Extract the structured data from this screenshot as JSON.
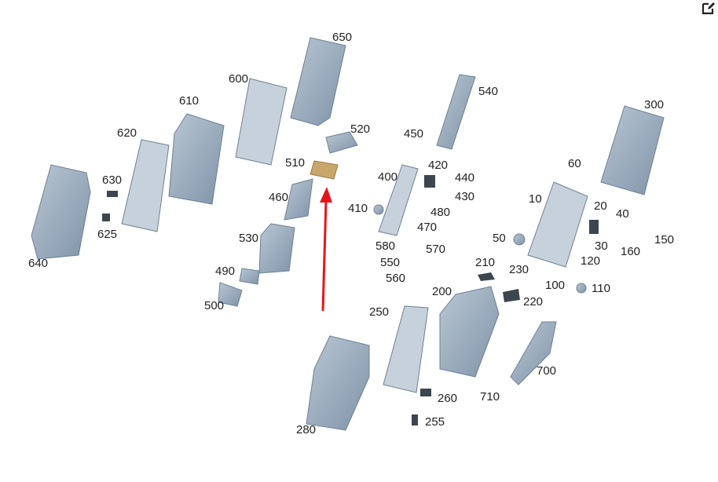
{
  "edit_icon": "edit-icon",
  "colors": {
    "part": "#97a9bb",
    "part_dark": "#6e8194",
    "highlight": "#c9a66b",
    "arrow": "#e8141b",
    "dark_part": "#3c4650"
  },
  "highlighted_part": "510",
  "callouts": [
    "650",
    "600",
    "610",
    "620",
    "630",
    "625",
    "640",
    "520",
    "510",
    "460",
    "530",
    "490",
    "500",
    "540",
    "450",
    "420",
    "440",
    "400",
    "430",
    "410",
    "480",
    "470",
    "580",
    "570",
    "550",
    "560",
    "300",
    "60",
    "10",
    "20",
    "40",
    "50",
    "150",
    "30",
    "160",
    "120",
    "210",
    "230",
    "200",
    "100",
    "110",
    "220",
    "250",
    "700",
    "710",
    "260",
    "280",
    "255"
  ]
}
